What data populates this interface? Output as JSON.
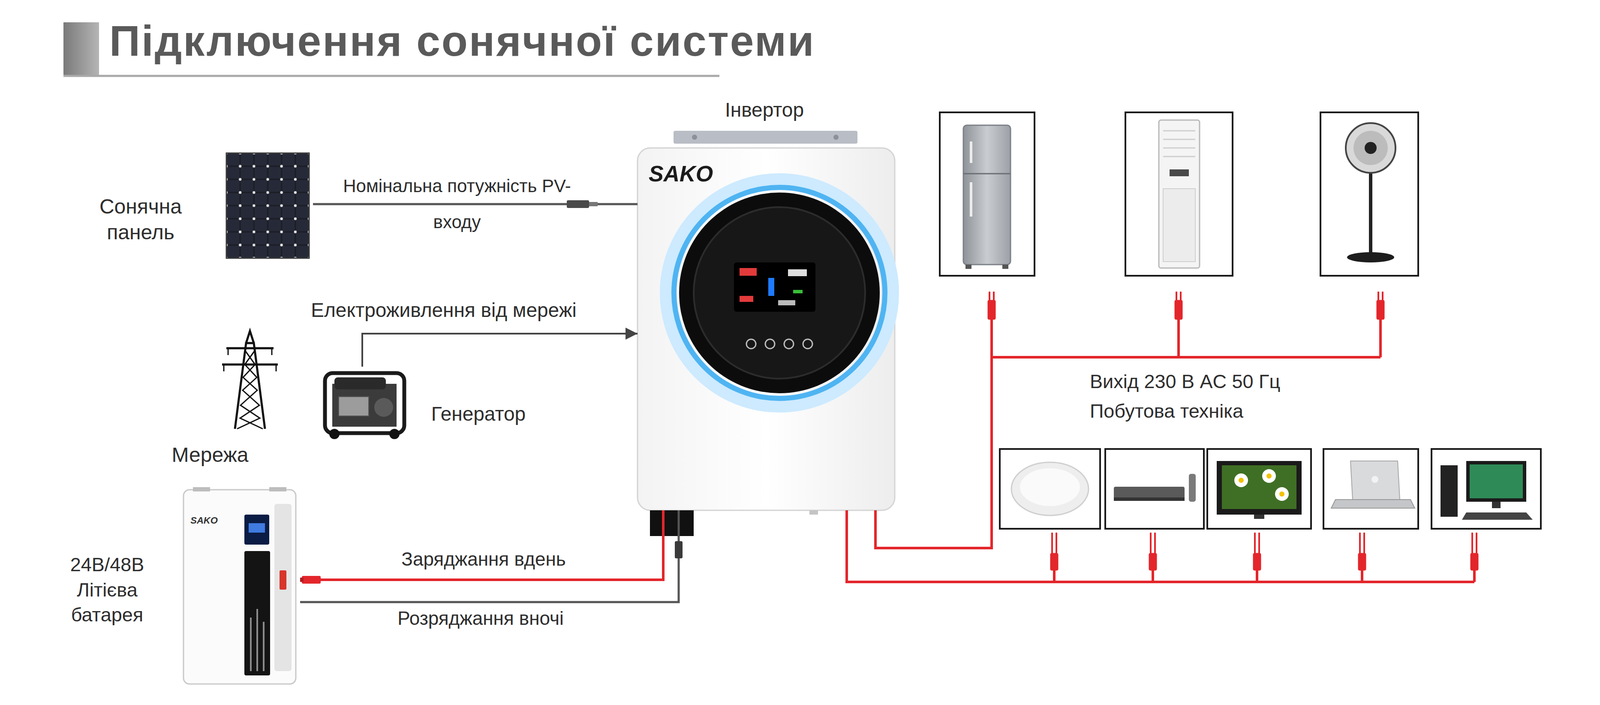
{
  "diagram": {
    "title": "Підключення сонячної системи",
    "nodes": [
      {
        "text": [
          "Сонячна панель"
        ]
      },
      {
        "text": [
          "Інвертор",
          "SAKO"
        ]
      },
      {
        "text": [
          "Мережа"
        ]
      },
      {
        "text": [
          "Генератор"
        ]
      },
      {
        "text": [
          "24В/48В Літієва батарея",
          "SAKO"
        ]
      }
    ],
    "edges": [
      {
        "from": 0,
        "to": 1,
        "arrow": "none",
        "label": "Номінальна потужність PV-входу"
      },
      {
        "from": 3,
        "to": 1,
        "arrow": "to",
        "label": "Електроживлення від мережі"
      },
      {
        "from": 4,
        "to": 1,
        "arrow": "none",
        "label": "Заряджання вдень"
      },
      {
        "from": 4,
        "to": 1,
        "arrow": "none",
        "label": "Розряджання вночі"
      }
    ],
    "labels": [
      "Вихід 230 В AC 50 Гц",
      "Побутова техніка"
    ]
  }
}
